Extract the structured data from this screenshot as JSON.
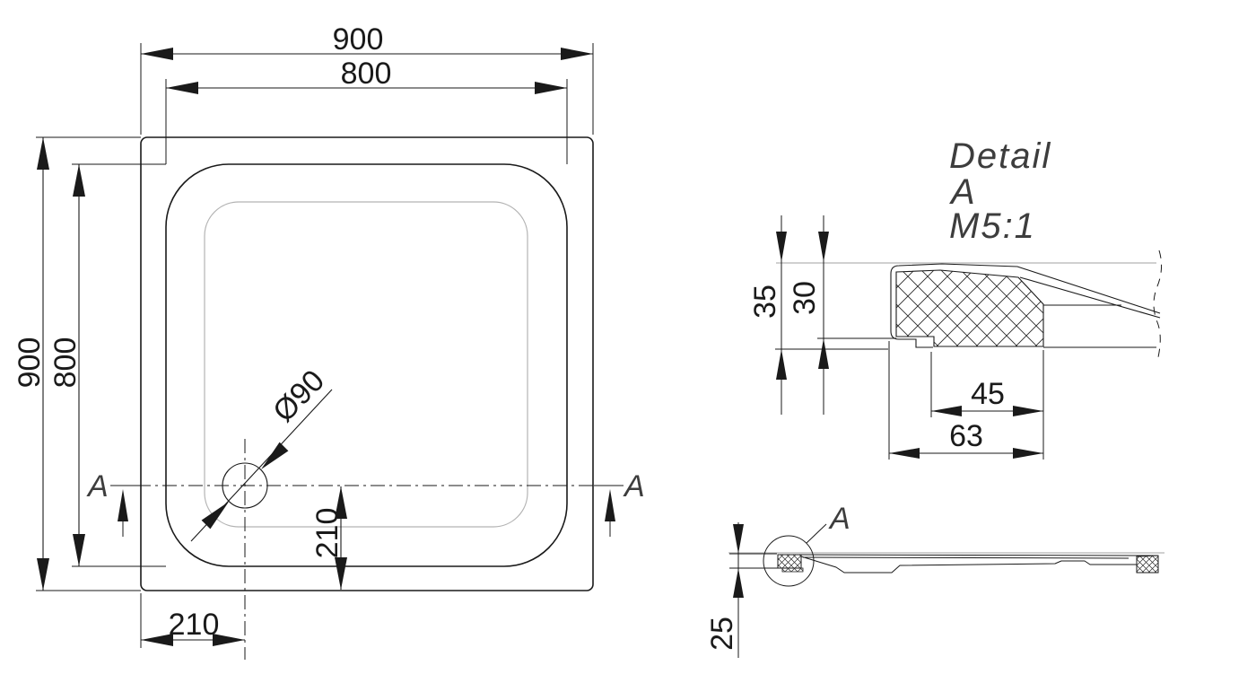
{
  "drawing": {
    "colors": {
      "line": "#1a1a1a",
      "light": "#b3b3b3",
      "bg": "#ffffff"
    },
    "plan": {
      "dim_width_outer": "900",
      "dim_width_inner": "800",
      "dim_height_outer": "900",
      "dim_height_inner": "800",
      "drain_diameter": "Ø90",
      "drain_offset_bottom": "210",
      "drain_offset_left": "210",
      "section_label_left": "A",
      "section_label_right": "A"
    },
    "detail": {
      "title_line1": "Detail",
      "title_line2": "A",
      "title_line3": "M5:1",
      "dim_height_total": "35",
      "dim_height_core": "30",
      "dim_width_core": "45",
      "dim_width_total": "63"
    },
    "side": {
      "dim_height": "25",
      "detail_marker_label": "A"
    }
  }
}
